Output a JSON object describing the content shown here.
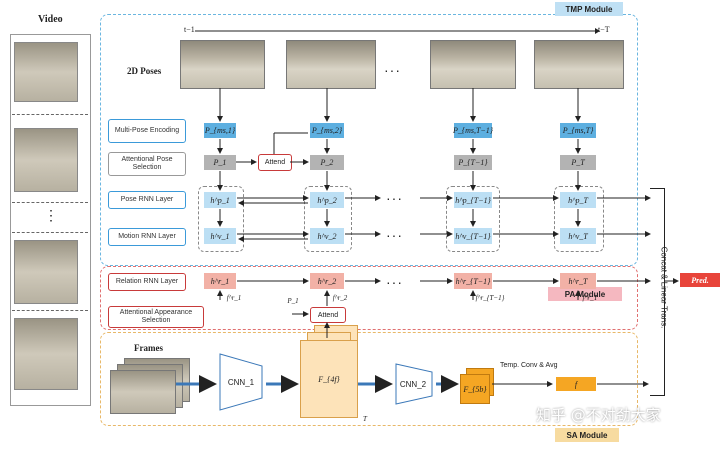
{
  "video": {
    "title": "Video",
    "ellipsis": "⋮"
  },
  "tmp": {
    "tag": "TMP Module",
    "time_start": "t−1",
    "time_end": "t−T",
    "poses_label": "2D Poses",
    "rows": {
      "multi_pose": "Multi-Pose Encoding",
      "attentional_pose": "Attentional Pose Selection",
      "pose_rnn": "Pose RNN Layer",
      "motion_rnn": "Motion RNN Layer"
    },
    "attend_label": "Attend",
    "cols": [
      {
        "enc": "P_{ms,1}",
        "sel": "P_1",
        "pose": "h^p_1",
        "motion": "h^v_1"
      },
      {
        "enc": "P_{ms,2}",
        "sel": "P_2",
        "pose": "h^p_2",
        "motion": "h^v_2"
      },
      {
        "enc": "P_{ms,T−1}",
        "sel": "P_{T−1}",
        "pose": "h^p_{T−1}",
        "motion": "h^v_{T−1}"
      },
      {
        "enc": "P_{ms,T}",
        "sel": "P_T",
        "pose": "h^p_T",
        "motion": "h^v_T"
      }
    ],
    "ellipsis": "···"
  },
  "pa": {
    "tag": "PA Module",
    "relation_rnn": "Relation RNN Layer",
    "attentional_appearance": "Attentional Appearance Selection",
    "attend_label": "Attend",
    "p1_label": "P_1",
    "cols": [
      {
        "h": "h^r_1",
        "f": "f^r_1"
      },
      {
        "h": "h^r_2",
        "f": "f^r_2"
      },
      {
        "h": "h^r_{T−1}",
        "f": "f^r_{T−1}"
      },
      {
        "h": "h^r_T",
        "f": "f^r_T"
      }
    ]
  },
  "sa": {
    "tag": "SA Module",
    "frames_label": "Frames",
    "cnn1": "CNN_1",
    "cnn2": "CNN_2",
    "f4f": "F_{4f}",
    "f5b": "F_{5b}",
    "f": "f",
    "temp_conv": "Temp. Conv & Avg",
    "t_label": "T"
  },
  "right": {
    "concat_label": "Concat & Linear Trans.",
    "pred": "Pred."
  },
  "watermark": "知乎 @不对劲大家"
}
